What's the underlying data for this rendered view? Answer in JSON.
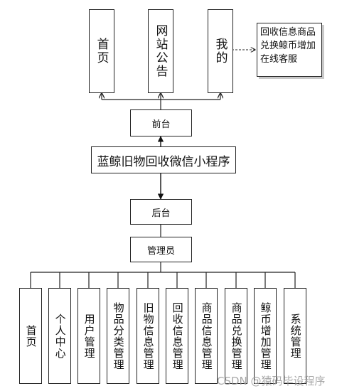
{
  "top_nodes": [
    "首页",
    "网站公告",
    "我的"
  ],
  "note": "回收信息商品兑换鲸币增加在线客服",
  "frontend": "前台",
  "app_title": "蓝鲸旧物回收微信小程序",
  "backend": "后台",
  "admin": "管理员",
  "bottom_nodes": [
    "首页",
    "个人中心",
    "用户管理",
    "物品分类管理",
    "旧物信息管理",
    "回收信息管理",
    "商品信息管理",
    "商品兑换管理",
    "鲸币增加管理",
    "系统管理"
  ],
  "watermark": "CSDN @猿码毕设程序"
}
